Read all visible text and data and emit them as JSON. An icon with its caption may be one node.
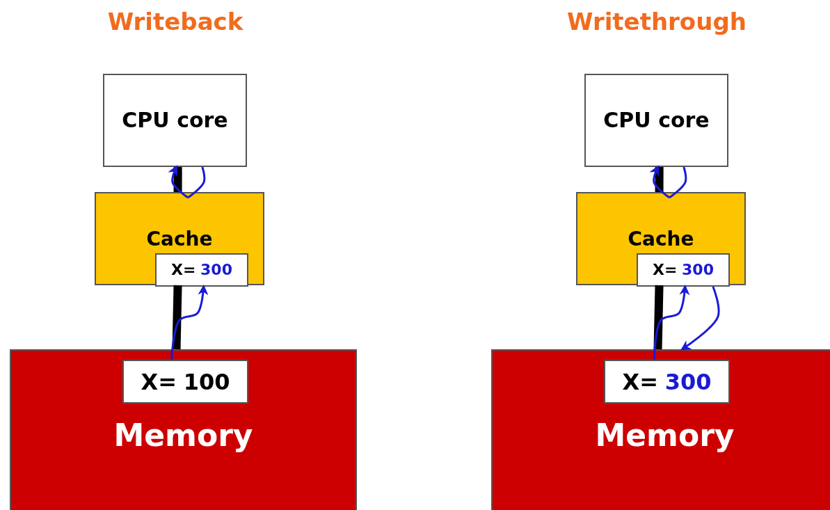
{
  "diagram": {
    "nodes": [
      {
        "text": [
          "CPU core"
        ]
      },
      {
        "text": [
          "Cache"
        ]
      },
      {
        "text": [
          "X=",
          "300"
        ],
        "in": 1
      },
      {
        "text": [
          "Memory"
        ]
      },
      {
        "text": [
          "X=",
          "100"
        ],
        "in": 3
      },
      {
        "text": [
          "CPU core"
        ]
      },
      {
        "text": [
          "Cache"
        ]
      },
      {
        "text": [
          "X=",
          "300"
        ],
        "in": 6
      },
      {
        "text": [
          "Memory"
        ]
      },
      {
        "text": [
          "X=",
          "300"
        ],
        "in": 8
      }
    ],
    "edges": [
      {
        "from": 0,
        "to": 1,
        "arrow": "none",
        "style": "thick",
        "color": "#000000"
      },
      {
        "from": 1,
        "to": 3,
        "arrow": "none",
        "style": "thick",
        "color": "#000000"
      },
      {
        "from": 0,
        "to": 1,
        "arrow": "none"
      },
      {
        "from": 1,
        "to": 0,
        "arrow": "to"
      },
      {
        "from": 4,
        "to": 2,
        "arrow": "to"
      },
      {
        "from": 5,
        "to": 6,
        "arrow": "none",
        "style": "thick",
        "color": "#000000"
      },
      {
        "from": 6,
        "to": 8,
        "arrow": "none",
        "style": "thick",
        "color": "#000000"
      },
      {
        "from": 5,
        "to": 6,
        "arrow": "none"
      },
      {
        "from": 6,
        "to": 5,
        "arrow": "to"
      },
      {
        "from": 9,
        "to": 7,
        "arrow": "to"
      },
      {
        "from": 7,
        "to": 8,
        "arrow": "to"
      }
    ],
    "labels": [
      "Writeback",
      "Writethrough"
    ]
  }
}
